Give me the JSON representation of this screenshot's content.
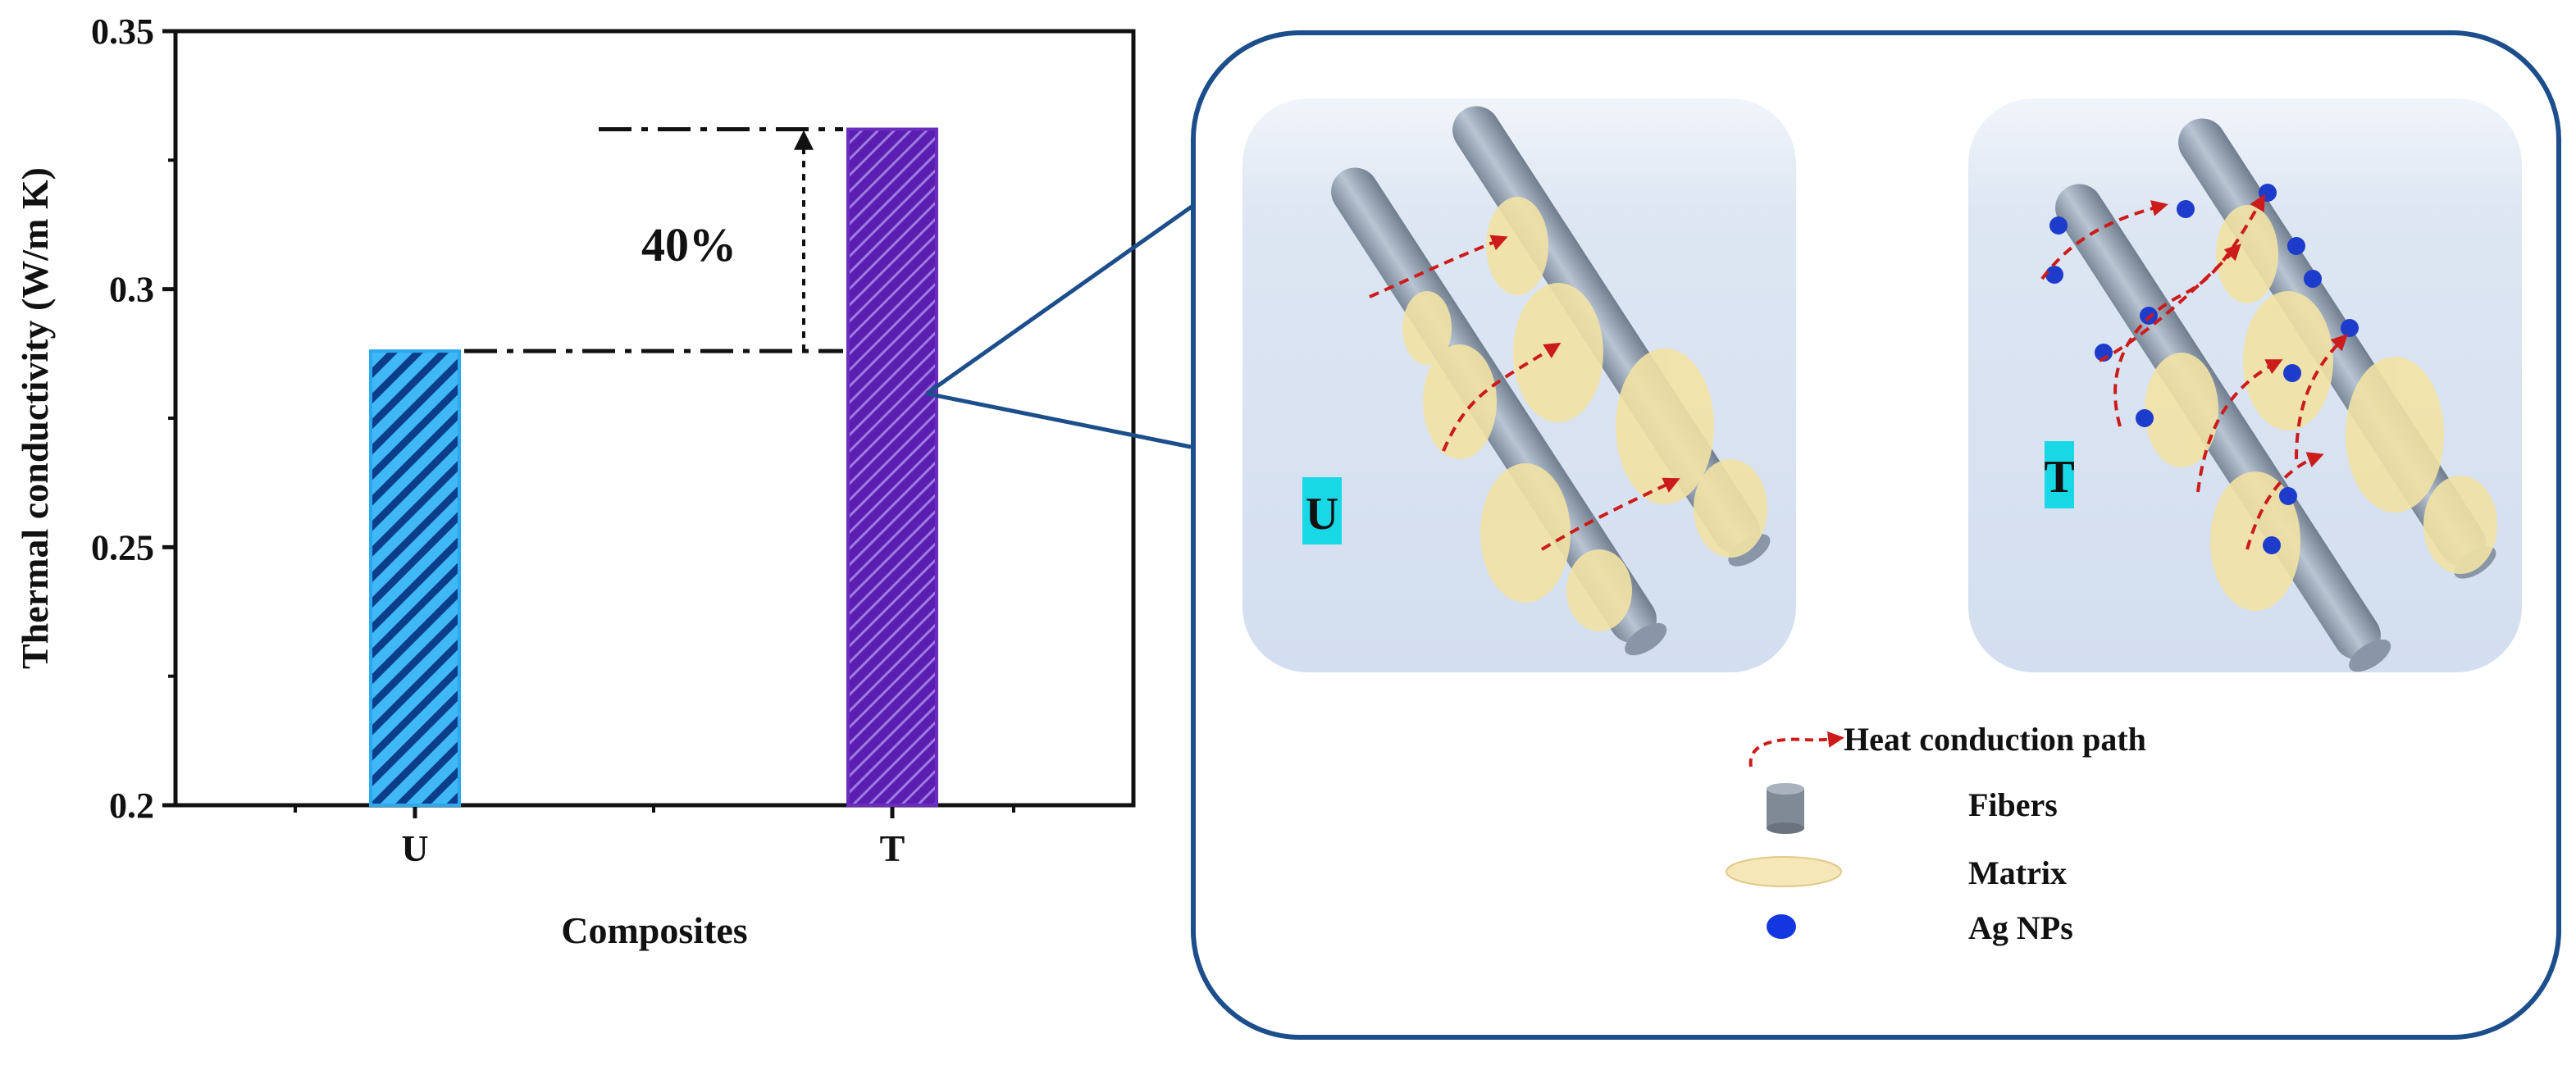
{
  "chart_data": {
    "type": "bar",
    "categories": [
      "U",
      "T"
    ],
    "values": [
      0.288,
      0.331
    ],
    "xlabel": "Composites",
    "ylabel": "Thermal conductivity (W/m K)",
    "ylim": [
      0.2,
      0.35
    ],
    "yticks": [
      "0.2",
      "0.25",
      "0.3",
      "0.35"
    ],
    "grid": false,
    "bar_colors": [
      "#2aa8f0",
      "#6a2bc0"
    ],
    "annotation": {
      "text": "40%",
      "between": [
        "U",
        "T"
      ]
    }
  },
  "schematic": {
    "panel_u_label": "U",
    "panel_t_label": "T",
    "label_bg_color": "#18d8e6",
    "frame_color": "#1c4e8c",
    "legend": [
      {
        "icon": "heat-path-icon",
        "label": "Heat conduction path"
      },
      {
        "icon": "fiber-icon",
        "label": "Fibers"
      },
      {
        "icon": "matrix-icon",
        "label": "Matrix"
      },
      {
        "icon": "ag-np-icon",
        "label": "Ag NPs"
      }
    ]
  }
}
